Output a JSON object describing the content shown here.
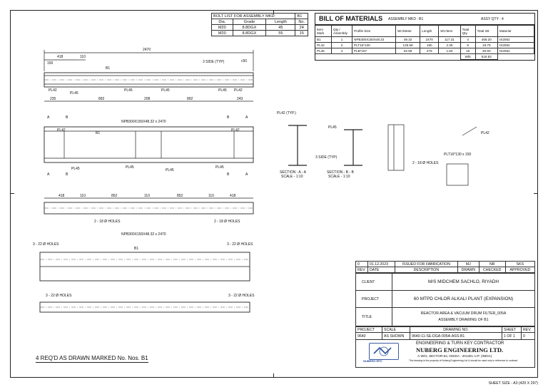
{
  "bolt_list": {
    "title": "BOLT LIST FOR ASSEMBLY MKD:",
    "mark": "B1",
    "headers": [
      "Dia.",
      "Grade",
      "Length",
      "No."
    ],
    "rows": [
      [
        "M20",
        "8.8DGX",
        "45",
        "24"
      ],
      [
        "M20",
        "8.8DGX",
        "55",
        "15"
      ]
    ]
  },
  "bom": {
    "title": "BILL OF MATERIALS",
    "assembly_label": "ASSEMBLY MKD :",
    "assembly_value": "B1",
    "qty_label": "ASSY QTY :",
    "qty_value": "4",
    "headers": [
      "Item Mark",
      "Qty / Assembly",
      "Profile Size",
      "Wt./Meter",
      "Length",
      "Wt./Item",
      "Total Qty.",
      "Total Wt.",
      "Material"
    ],
    "rows": [
      [
        "B1",
        "1",
        "NPB300X150X48.32",
        "49.32",
        "2470",
        "117.31",
        "4",
        "469.20",
        "IS2062"
      ],
      [
        "PL42",
        "2",
        "PLT16*130",
        "125.59",
        "150",
        "2.35",
        "8",
        "18.79",
        "IS2062"
      ],
      [
        "PL45",
        "4",
        "PLB*157",
        "52.59",
        "279",
        "1.60",
        "16",
        "30.60",
        "IS2062"
      ]
    ],
    "total_label": "Wbt",
    "total_value": "518.82"
  },
  "drawing": {
    "dim_overall": "2470",
    "dim_418": "418",
    "dim_110": "110",
    "dim_150": "150",
    "dim_c50": "c50",
    "dims_bottom": [
      "235",
      "892",
      "208",
      "892",
      "243"
    ],
    "sec_dims": [
      "418",
      "110",
      "852",
      "110",
      "852",
      "110",
      "418"
    ],
    "profile_label": "NPB300X150X48.32 x 2470",
    "weld_note": "3 SIDE (TYP)",
    "holes_note_1": "2 - 18 Ø HOLES",
    "holes_note_2": "3 - 22 Ø HOLES",
    "labels": {
      "b1": "B1",
      "pl42": "PL42",
      "pl45": "PL45",
      "a": "A",
      "b": "B"
    },
    "section_a": {
      "title": "SECTION - A - A",
      "scale": "SCALE - 1:10"
    },
    "section_b": {
      "title": "SECTION - B - B",
      "scale": "SCALE - 1:10"
    },
    "pl42_detail": "PL42 (TYP.)",
    "pl45_detail": "PL45",
    "plate_detail": "PLT16*130 x 150",
    "req_note": "4 REQ'D AS DRAWN MARKED No. Nos. B1"
  },
  "title_block": {
    "revision": [
      "0",
      "01.12.2023",
      "ISSUED FOR FABRICATION",
      "MJ",
      "NR",
      "SKS"
    ],
    "revision_headers": [
      "REV",
      "DATE",
      "DESCRIPTION",
      "DRAWN",
      "CHECKED",
      "APPROVED"
    ],
    "client_label": "CLIENT",
    "client": "M/S MIDCHEM SACHLO, RIYADH",
    "project_label": "PROJECT",
    "project": "60 MTPD CHLOR ALKALI PLANT (EXPANSION)",
    "title_label": "TITLE",
    "title_line1": "REACTOR AREA & VACUUM DRUM FILTER_005A",
    "title_line2": "ASSEMBLY DRAWING OF B1",
    "info_headers": [
      "PROJECT",
      "SCALE",
      "DRAWING NO.",
      "SHEET",
      "REV."
    ],
    "info_values": [
      "9640",
      "AS SHOWN",
      "9640-11-SE-DGA-005A-ASS-B1",
      "1 OF 1",
      "0"
    ],
    "contractor_line": "ENGINEERING & TURN KEY CONTRACTOR",
    "company": "NUBERG ENGINEERING LTD.",
    "address": "A-39/1, SECTOR-64, NOIDA - 201301 U.P. (INDIA)",
    "disclaimer": "This drawing is the property of Nuberg Engineering Ltd & should be used only in reference to contract.",
    "logo_text": "NUBERG EPC",
    "sheet_size": "SHEET SIZE - A3 (420 X 297)"
  }
}
